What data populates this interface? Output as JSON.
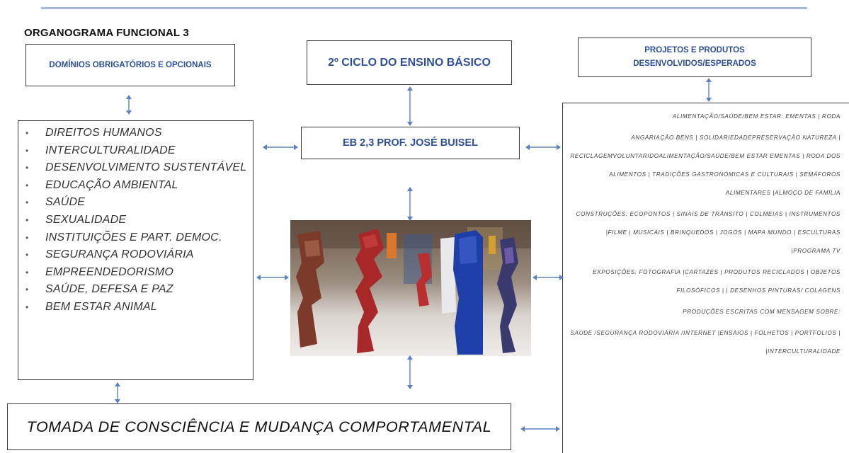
{
  "title": "ORGANOGRAMA FUNCIONAL 3",
  "boxes": {
    "dominios": "DOMÍNIOS OBRIGATÓRIOS E OPCIONAIS",
    "ciclo": "2º CICLO DO ENSINO BÁSICO",
    "projetos": "PROJETOS E PRODUTOS DESENVOLVIDOS/ESPERADOS",
    "escola": "EB 2,3 PROF. JOSÉ BUISEL",
    "tomada": "TOMADA DE CONSCIÊNCIA E MUDANÇA COMPORTAMENTAL"
  },
  "dominios_list": [
    "DIREITOS HUMANOS",
    "INTERCULTURALIDADE",
    "DESENVOLVIMENTO SUSTENTÁVEL",
    "EDUCAÇÃO AMBIENTAL",
    "SAÚDE",
    "SEXUALIDADE",
    "INSTITUIÇÕES E PART. DEMOC.",
    "SEGURANÇA RODOVIÁRIA",
    "EMPREENDEDORISMO",
    "SAÚDE, DEFESA E PAZ",
    "BEM ESTAR ANIMAL"
  ],
  "projetos_detalhe": [
    "ALIMENTAÇÃO/SAÚDE/BEM ESTAR: EMENTAS | RODA",
    "ANGARIAÇÃO BENS | SOLIDARIEDADEPRESERVAÇÃO NATUREZA | RECICLAGEMVOLUNTARIDOALIMENTAÇÃO/SAÚDE/BEM ESTAR EMENTAS | RODA DOS ALIMENTOS | TRADIÇÕES GASTRONÓMICAS E CULTURAIS | SEMÁFOROS ALIMENTARES |ALMOÇO DE FAMÍLIA",
    "CONSTRUÇÕES: ECOPONTOS | SINAIS DE TRÂNSITO | COLMEIAS | INSTRUMENTOS |FILME | MUSICAIS | BRINQUEDOS | JOGOS | MAPA MUNDO | ESCULTURAS |PROGRAMA TV",
    "EXPOSIÇÕES: FOTOGRAFIA |CARTAZES | PRODUTOS RECICLADOS | OBJETOS FILOSÓFICOS | | DESENHOS PINTURAS/ COLAGENS",
    "PRODUÇÕES ESCRITAS COM MENSAGEM SOBRE:",
    "SAÚDE /SEGURANÇA RODOVIÁRIA /INTERNET |ENSAIOS | FOLHETOS | PORTFOLIOS | |INTERCULTURALIDADE"
  ],
  "colors": {
    "heading_blue": "#2e4f9a",
    "arrow_blue": "#5b7fc4",
    "rule": "#a9b9de"
  },
  "icons": {
    "connector": "double-headed-arrow-icon"
  }
}
